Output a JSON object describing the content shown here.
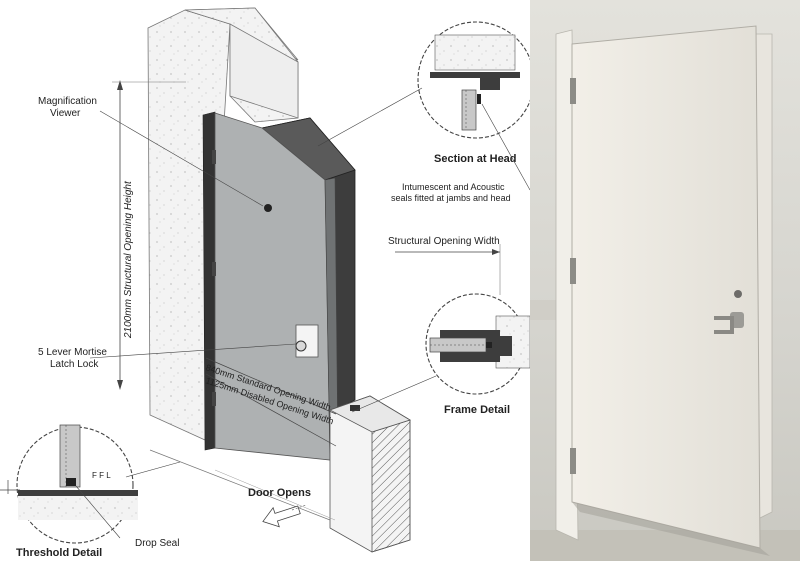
{
  "labels": {
    "magnification_viewer_l1": "Magnification",
    "magnification_viewer_l2": "Viewer",
    "height_dimension": "2100mm Structural Opening Height",
    "lock_l1": "5 Lever Mortise",
    "lock_l2": "Latch Lock",
    "standard_width": "840mm Standard Opening Width",
    "disabled_width": "1125mm Disabled Opening Width",
    "section_at_head": "Section at Head",
    "seals_l1": "Intumescent and Acoustic",
    "seals_l2": "seals fitted at jambs and head",
    "structural_opening_width": "Structural Opening Width",
    "frame_detail": "Frame Detail",
    "ffl": "F F L",
    "drop_seal": "Drop Seal",
    "threshold_detail": "Threshold Detail",
    "door_opens": "Door Opens"
  },
  "colors": {
    "door_face": "#a9acad",
    "door_edge": "#6c6f70",
    "frame_dark": "#3a3a3a",
    "wall_light": "#f2f2f2",
    "photo_wall": "#d9d8d2",
    "photo_door": "#ece9e2"
  }
}
